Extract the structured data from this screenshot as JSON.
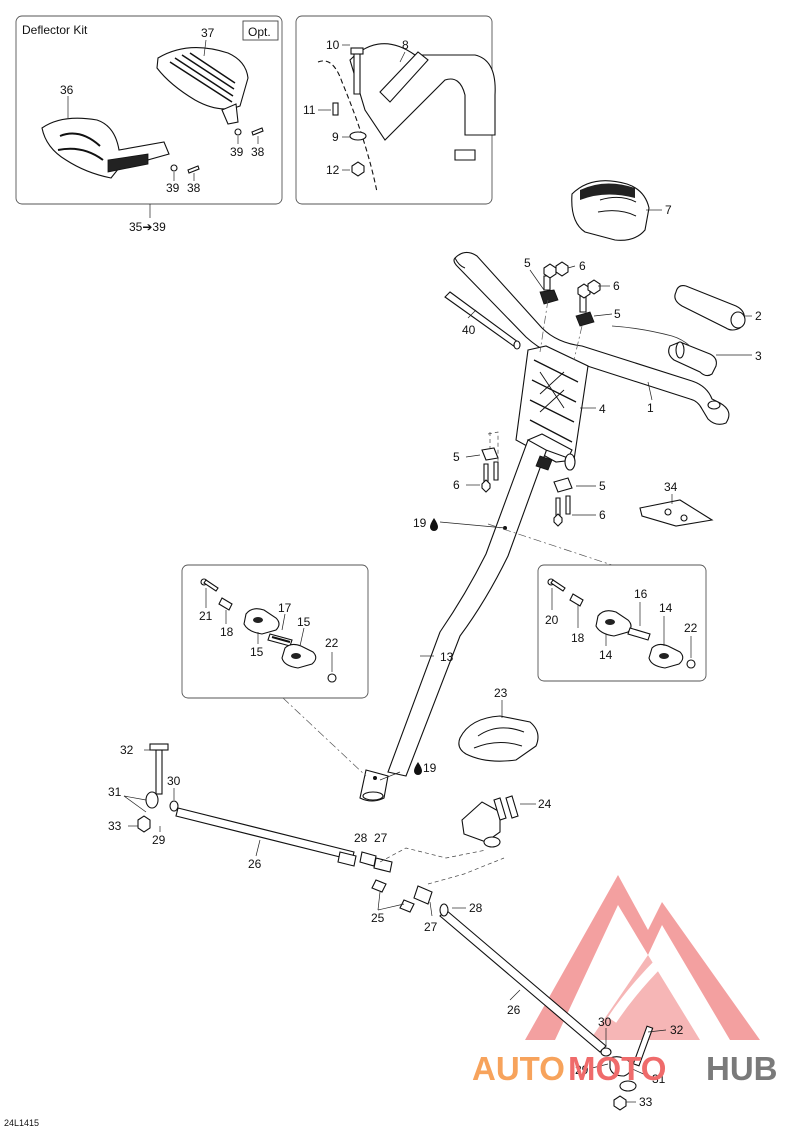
{
  "diagram": {
    "drawing_code": "24L1415",
    "deflector_box": {
      "title": "Deflector Kit",
      "option_badge": "Opt.",
      "range_label": "35➔39"
    },
    "callouts": [
      {
        "id": "c37",
        "text": "37"
      },
      {
        "id": "c36",
        "text": "36"
      },
      {
        "id": "c39a",
        "text": "39"
      },
      {
        "id": "c38a",
        "text": "38"
      },
      {
        "id": "c39b",
        "text": "39"
      },
      {
        "id": "c38b",
        "text": "38"
      },
      {
        "id": "c10",
        "text": "10"
      },
      {
        "id": "c8",
        "text": "8"
      },
      {
        "id": "c11",
        "text": "11"
      },
      {
        "id": "c9",
        "text": "9"
      },
      {
        "id": "c12",
        "text": "12"
      },
      {
        "id": "c7",
        "text": "7"
      },
      {
        "id": "c5a",
        "text": "5"
      },
      {
        "id": "c6a",
        "text": "6"
      },
      {
        "id": "c6b",
        "text": "6"
      },
      {
        "id": "c5b",
        "text": "5"
      },
      {
        "id": "c2",
        "text": "2"
      },
      {
        "id": "c3",
        "text": "3"
      },
      {
        "id": "c40",
        "text": "40"
      },
      {
        "id": "c4",
        "text": "4"
      },
      {
        "id": "c1",
        "text": "1"
      },
      {
        "id": "c5c",
        "text": "5"
      },
      {
        "id": "c6c",
        "text": "6"
      },
      {
        "id": "c5d",
        "text": "5"
      },
      {
        "id": "c6d",
        "text": "6"
      },
      {
        "id": "c34",
        "text": "34"
      },
      {
        "id": "c19a",
        "text": "19"
      },
      {
        "id": "c21",
        "text": "21"
      },
      {
        "id": "c18a",
        "text": "18"
      },
      {
        "id": "c17",
        "text": "17"
      },
      {
        "id": "c15a",
        "text": "15"
      },
      {
        "id": "c15b",
        "text": "15"
      },
      {
        "id": "c22a",
        "text": "22"
      },
      {
        "id": "c20",
        "text": "20"
      },
      {
        "id": "c18b",
        "text": "18"
      },
      {
        "id": "c16",
        "text": "16"
      },
      {
        "id": "c14a",
        "text": "14"
      },
      {
        "id": "c14b",
        "text": "14"
      },
      {
        "id": "c22b",
        "text": "22"
      },
      {
        "id": "c13",
        "text": "13"
      },
      {
        "id": "c23",
        "text": "23"
      },
      {
        "id": "c19b",
        "text": "19"
      },
      {
        "id": "c32a",
        "text": "32"
      },
      {
        "id": "c31a",
        "text": "31"
      },
      {
        "id": "c30a",
        "text": "30"
      },
      {
        "id": "c33a",
        "text": "33"
      },
      {
        "id": "c29a",
        "text": "29"
      },
      {
        "id": "c24",
        "text": "24"
      },
      {
        "id": "c28a",
        "text": "28"
      },
      {
        "id": "c27a",
        "text": "27"
      },
      {
        "id": "c26a",
        "text": "26"
      },
      {
        "id": "c25",
        "text": "25"
      },
      {
        "id": "c27b",
        "text": "27"
      },
      {
        "id": "c28b",
        "text": "28"
      },
      {
        "id": "c26b",
        "text": "26"
      },
      {
        "id": "c30b",
        "text": "30"
      },
      {
        "id": "c32b",
        "text": "32"
      },
      {
        "id": "c29b",
        "text": "29"
      },
      {
        "id": "c31b",
        "text": "31"
      },
      {
        "id": "c33b",
        "text": "33"
      }
    ]
  },
  "watermark": {
    "word_part1": "AUTO",
    "word_part2": "MOTO",
    "word_part3": "HUB",
    "colors": {
      "orange": "#f7a35c",
      "red": "#ef6b6b",
      "gray": "#7a7a7a",
      "triangle": "#f08a8a"
    }
  }
}
